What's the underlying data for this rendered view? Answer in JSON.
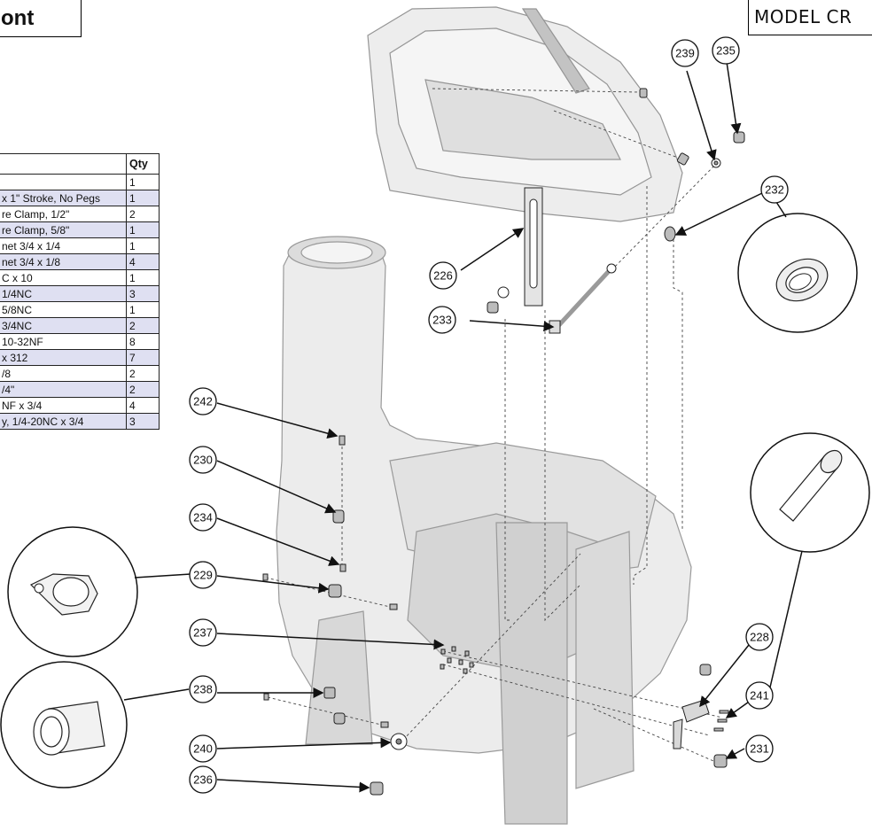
{
  "header": {
    "title": "ont",
    "model": "MODEL CR"
  },
  "parts_table": {
    "qty_header": "Qty",
    "rows": [
      {
        "desc": "",
        "qty": "1"
      },
      {
        "desc": "x 1\" Stroke, No Pegs",
        "qty": "1"
      },
      {
        "desc": "re Clamp, 1/2\"",
        "qty": "2"
      },
      {
        "desc": "re Clamp, 5/8\"",
        "qty": "1"
      },
      {
        "desc": "net 3/4  x 1/4",
        "qty": "1"
      },
      {
        "desc": "net 3/4  x 1/8",
        "qty": "4"
      },
      {
        "desc": "C x 10",
        "qty": "1"
      },
      {
        "desc": "1/4NC",
        "qty": "3"
      },
      {
        "desc": "5/8NC",
        "qty": "1"
      },
      {
        "desc": "3/4NC",
        "qty": "2"
      },
      {
        "desc": "10-32NF",
        "qty": "8"
      },
      {
        "desc": "x 312",
        "qty": "7"
      },
      {
        "desc": "/8",
        "qty": "2"
      },
      {
        "desc": "/4\"",
        "qty": "2"
      },
      {
        "desc": "NF x 3/4",
        "qty": "4"
      },
      {
        "desc": "y, 1/4-20NC x 3/4",
        "qty": "3"
      }
    ]
  },
  "callouts": [
    {
      "id": "226"
    },
    {
      "id": "228"
    },
    {
      "id": "229"
    },
    {
      "id": "230"
    },
    {
      "id": "231"
    },
    {
      "id": "232"
    },
    {
      "id": "233"
    },
    {
      "id": "234"
    },
    {
      "id": "235"
    },
    {
      "id": "236"
    },
    {
      "id": "237"
    },
    {
      "id": "238"
    },
    {
      "id": "239"
    },
    {
      "id": "240"
    },
    {
      "id": "241"
    },
    {
      "id": "242"
    }
  ]
}
